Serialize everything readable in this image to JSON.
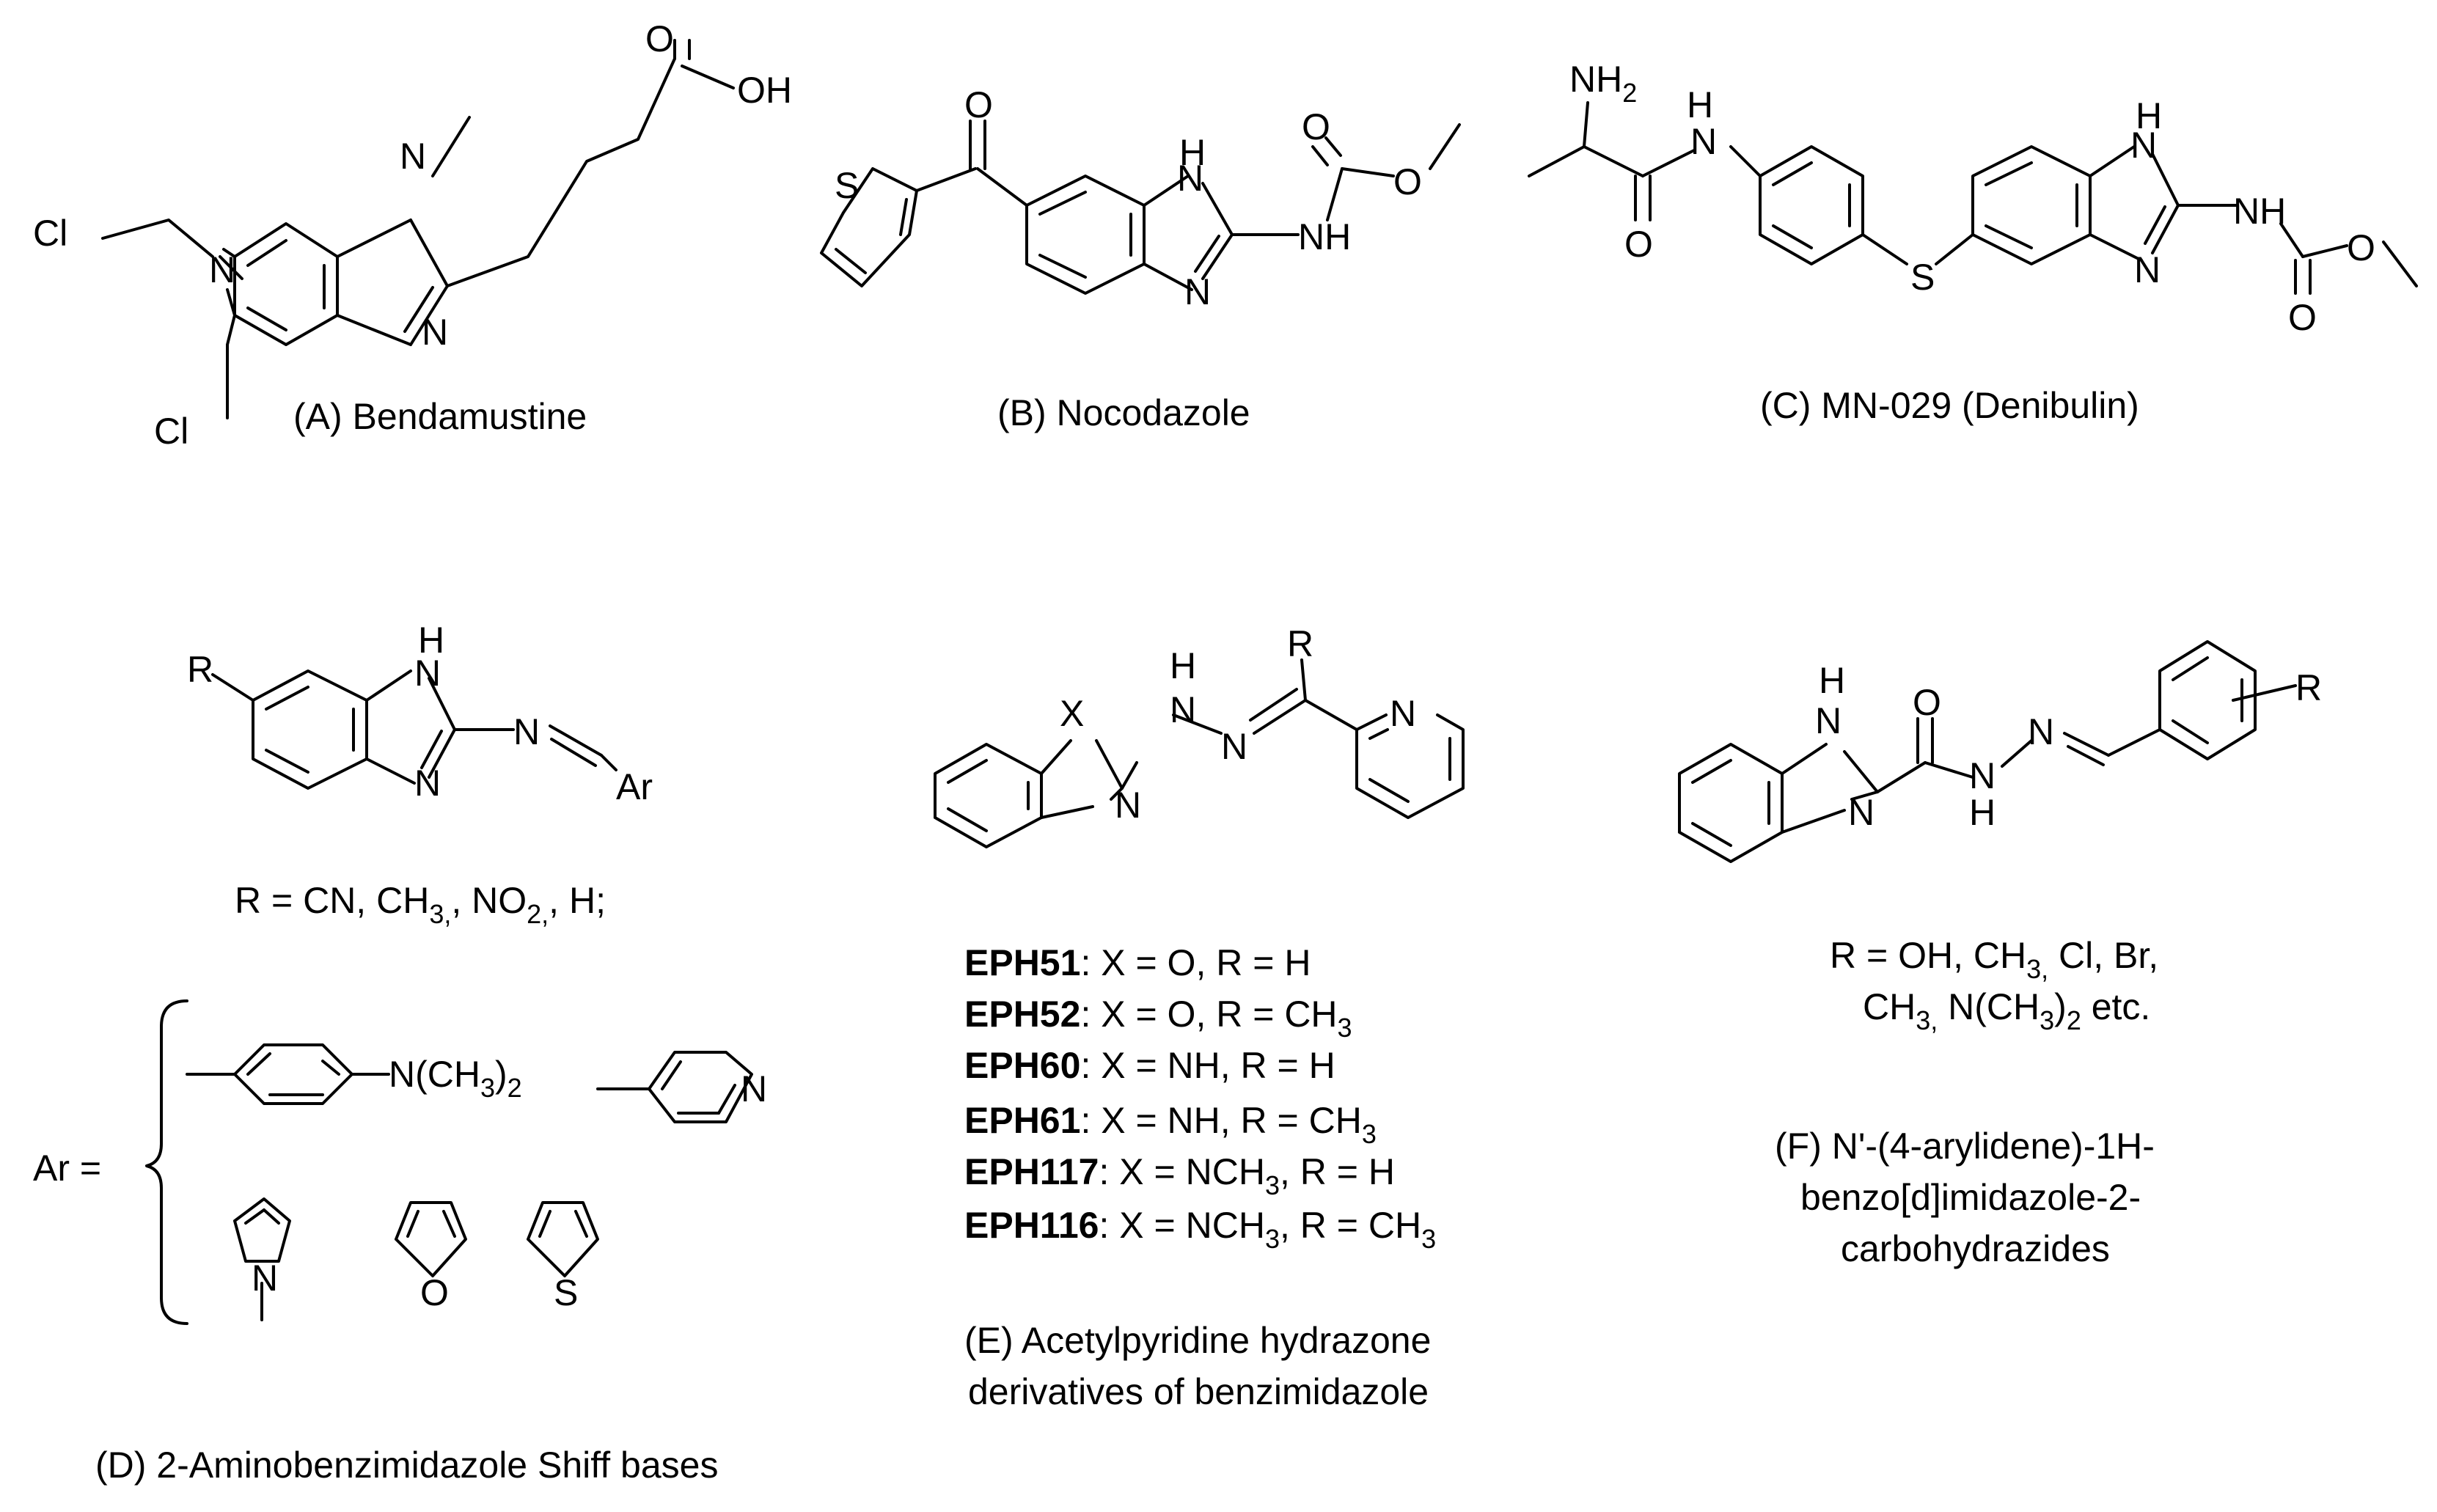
{
  "captions": {
    "A": "(A) Bendamustine",
    "B": "(B) Nocodazole",
    "C": "(C) MN-029 (Denibulin)",
    "D": "(D) 2-Aminobenzimidazole Shiff bases",
    "E_line1": "(E) Acetylpyridine hydrazone",
    "E_line2": "derivatives of benzimidazole",
    "F_line1": "(F) N'-(4-arylidene)-1H-",
    "F_line2": "benzo[d]imidazole-2-",
    "F_line3": "carbohydrazides"
  },
  "atoms": {
    "Cl": "Cl",
    "N": "N",
    "O": "O",
    "OH": "OH",
    "S": "S",
    "H": "H",
    "NH": "NH",
    "NH2": "NH",
    "NH2_sub": "2",
    "R": "R",
    "Ar": "Ar",
    "X": "X",
    "N_CH3_2": "N(CH",
    "three": "3",
    "paren_close": ")",
    "two": "2"
  },
  "panel_D": {
    "r_def_prefix": "R = CN, CH",
    "r_def_mid": ", NO",
    "r_def_end": ", H;",
    "sub3": "3,",
    "sub2": "2,",
    "ar_eq": "Ar ="
  },
  "panel_E": {
    "compounds": [
      {
        "name": "EPH51",
        "text": ": X = O, R = H",
        "sub": ""
      },
      {
        "name": "EPH52",
        "text": ": X = O, R = CH",
        "sub": "3"
      },
      {
        "name": "EPH60",
        "text": ": X = NH, R = H",
        "sub": ""
      },
      {
        "name": "EPH61",
        "text": ": X = NH, R = CH",
        "sub": "3"
      },
      {
        "name": "EPH117",
        "text": ": X = NCH",
        "sub": "3",
        "tail": ", R = H"
      },
      {
        "name": "EPH116",
        "text": ": X = NCH",
        "sub": "3",
        "tail": ", R = CH",
        "sub2": "3"
      }
    ]
  },
  "panel_F": {
    "r_line1": "R = OH, CH",
    "r_line1_sub": "3,",
    "r_line1_tail": "  Cl, Br,",
    "r_line2a": "CH",
    "r_line2_sub": "3,",
    "r_line2b": " N(CH",
    "r_line2_sub2": "3",
    "r_line2c": ")",
    "r_line2_sub3": "2",
    "r_line2d": " etc."
  }
}
